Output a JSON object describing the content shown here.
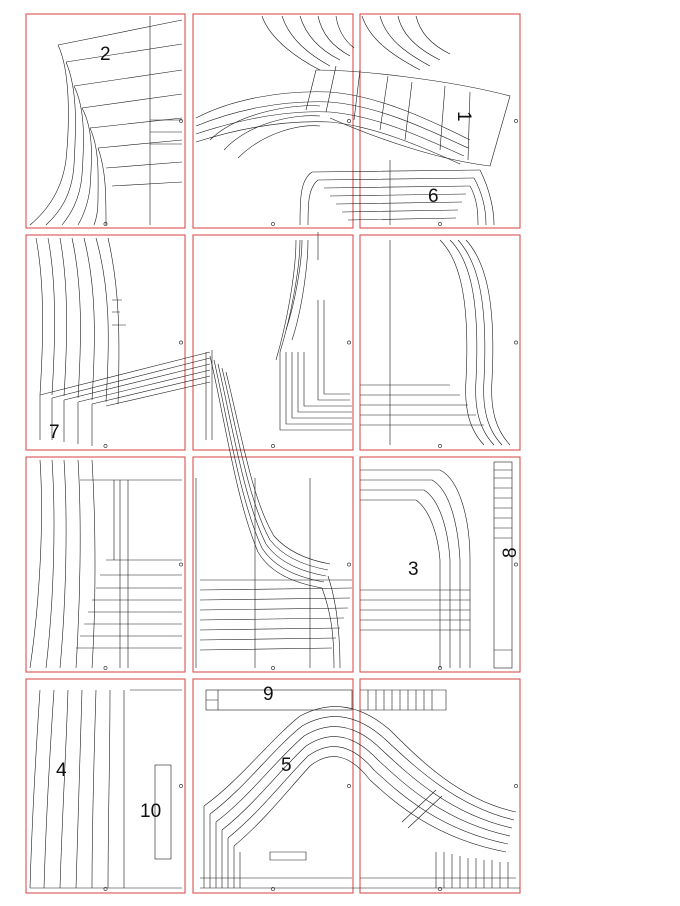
{
  "pieces": [
    {
      "id": "piece-2",
      "label": "2"
    },
    {
      "id": "piece-1",
      "label": "1"
    },
    {
      "id": "piece-6",
      "label": "6"
    },
    {
      "id": "piece-7",
      "label": "7"
    },
    {
      "id": "piece-3",
      "label": "3"
    },
    {
      "id": "piece-8",
      "label": "8"
    },
    {
      "id": "piece-4",
      "label": "4"
    },
    {
      "id": "piece-10",
      "label": "10"
    },
    {
      "id": "piece-9",
      "label": "9"
    },
    {
      "id": "piece-5",
      "label": "5"
    }
  ],
  "colors": {
    "tile_border": "#d9534f",
    "line": "#1a1a1a",
    "background": "#ffffff"
  }
}
